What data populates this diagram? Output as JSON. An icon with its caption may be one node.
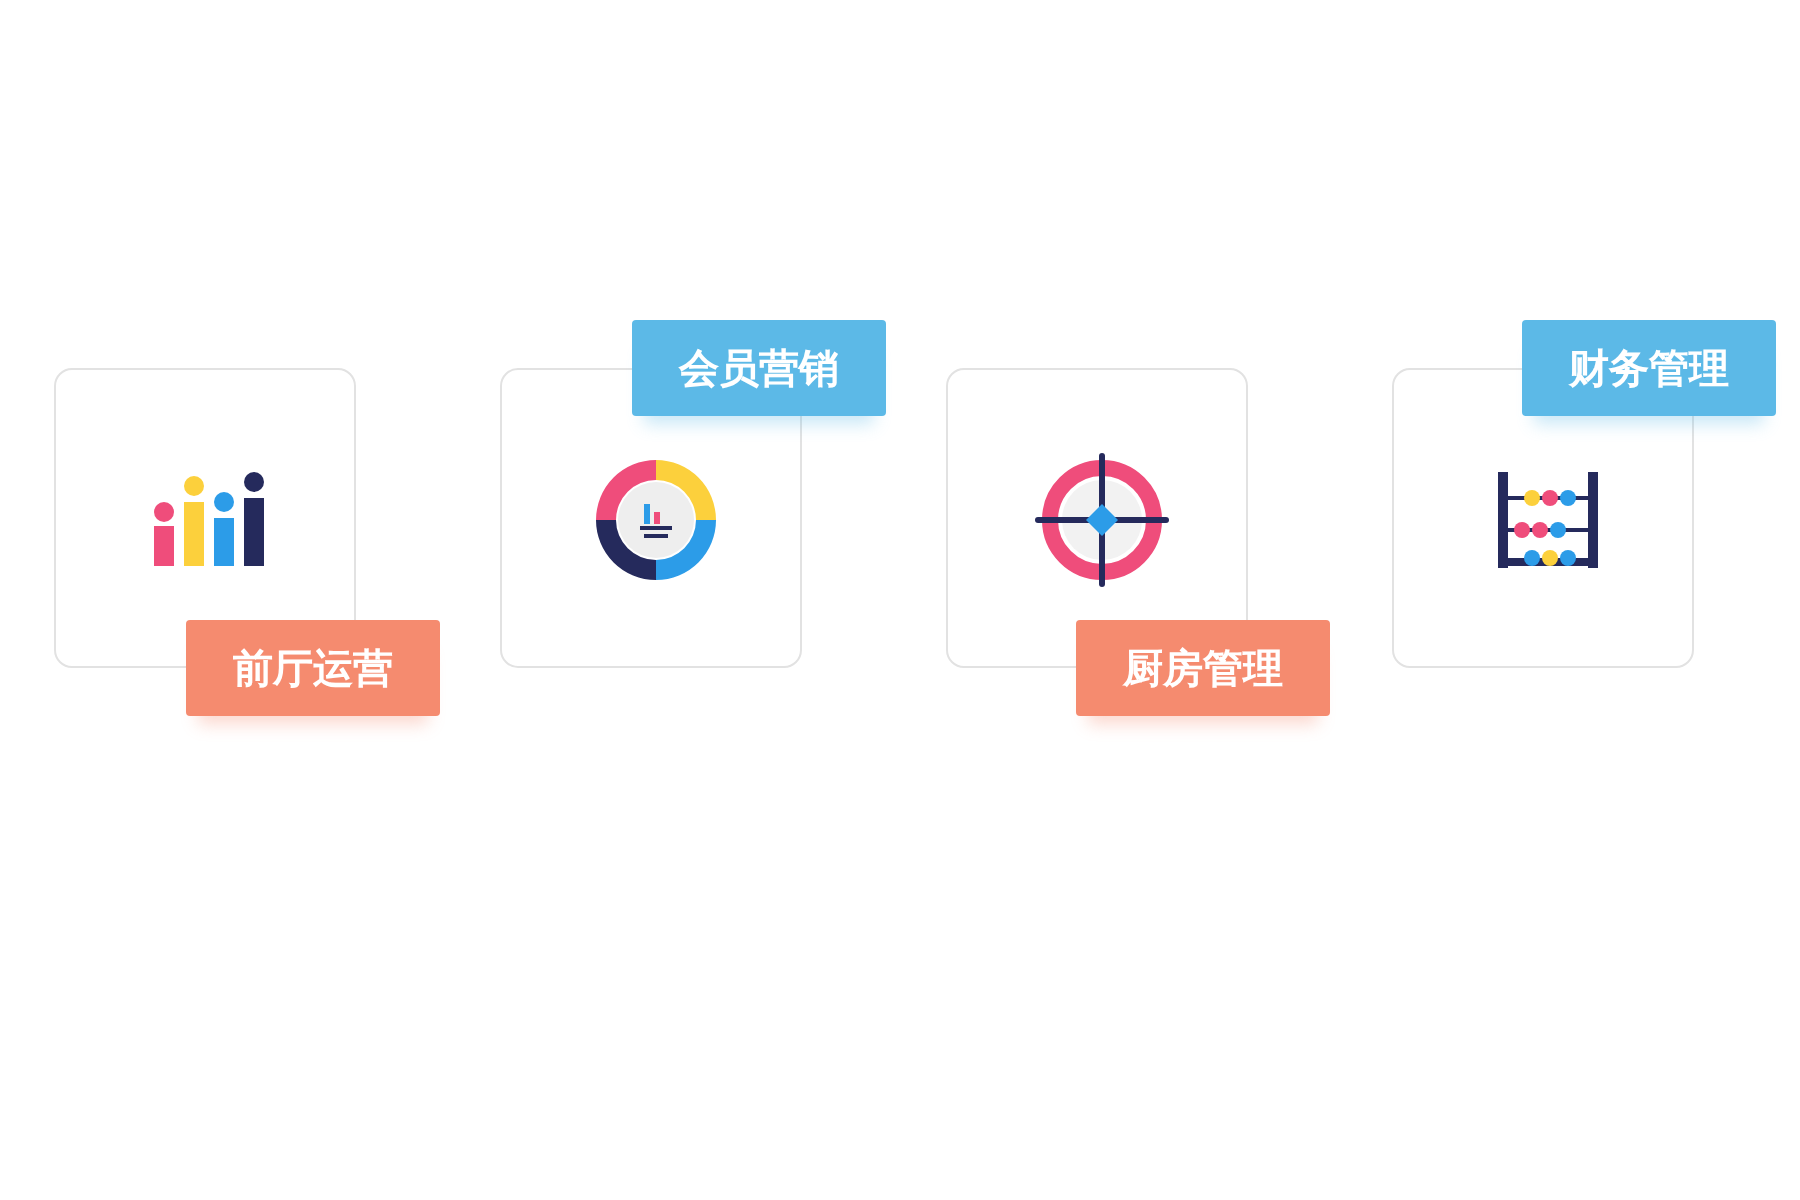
{
  "diagram": {
    "nodes": [
      {
        "text": [
          "前厅运营"
        ]
      },
      {
        "text": [
          "会员营销"
        ]
      },
      {
        "text": [
          "厨房管理"
        ]
      },
      {
        "text": [
          "财务管理"
        ]
      }
    ]
  }
}
